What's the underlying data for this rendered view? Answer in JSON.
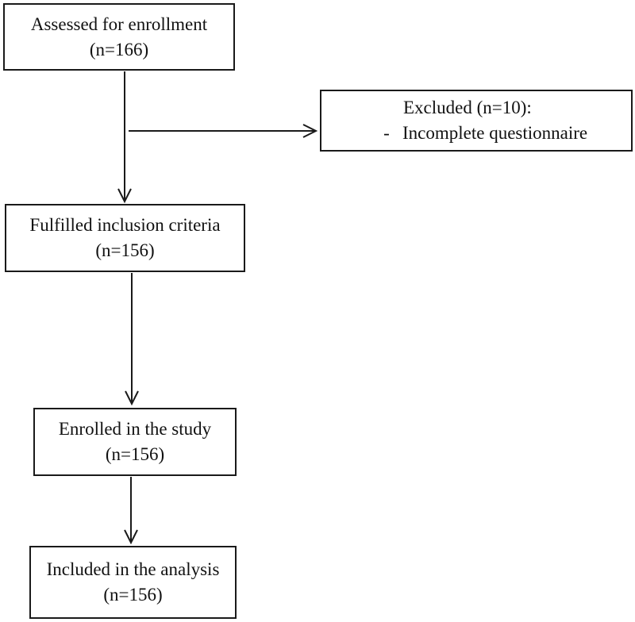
{
  "flowchart": {
    "assessed": {
      "line1": "Assessed for enrollment",
      "line2": "(n=166)"
    },
    "excluded": {
      "title": "Excluded (n=10):",
      "bullet": "-",
      "item": "Incomplete questionnaire"
    },
    "fulfilled": {
      "line1": "Fulfilled inclusion criteria",
      "line2": "(n=156)"
    },
    "enrolled": {
      "line1": "Enrolled in the study",
      "line2": "(n=156)"
    },
    "included": {
      "line1": "Included in the analysis",
      "line2": "(n=156)"
    }
  }
}
